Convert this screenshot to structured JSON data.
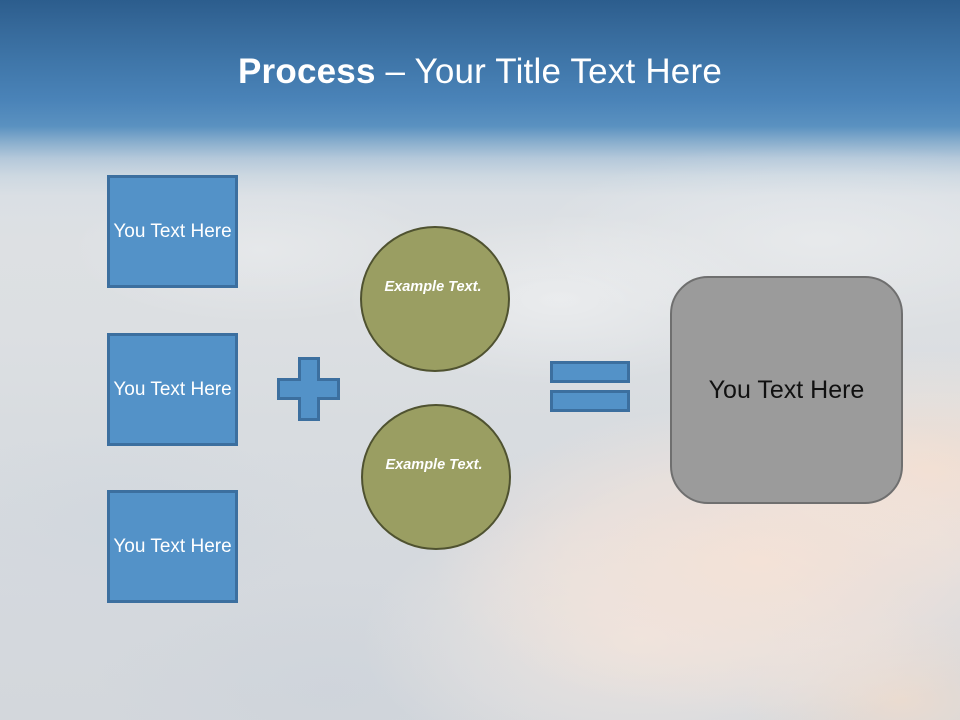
{
  "slide": {
    "title": {
      "bold_part": "Process",
      "rest_part": " – Your Title Text Here"
    },
    "background": {
      "sky_top_color": "#2c5d8d",
      "sky_mid_color": "#4a83b8",
      "haze_color": "#dde0e3",
      "cloud_warm_color": "#f6e2d6"
    }
  },
  "colors": {
    "blue_fill": "#5392c8",
    "blue_border": "#3c6f9f",
    "olive_fill": "#9a9e62",
    "olive_border": "#4f5230",
    "gray_fill": "#9b9b9b",
    "gray_border": "#6f6f6f",
    "title_text": "#ffffff",
    "result_text": "#111111"
  },
  "input_boxes": [
    {
      "label": "You Text Here"
    },
    {
      "label": "You Text Here"
    },
    {
      "label": "You Text Here"
    }
  ],
  "circles": [
    {
      "label": "Example Text."
    },
    {
      "label": "Example Text."
    }
  ],
  "operators": {
    "plus": "+",
    "equals": "="
  },
  "result_box": {
    "label": "You Text Here"
  }
}
